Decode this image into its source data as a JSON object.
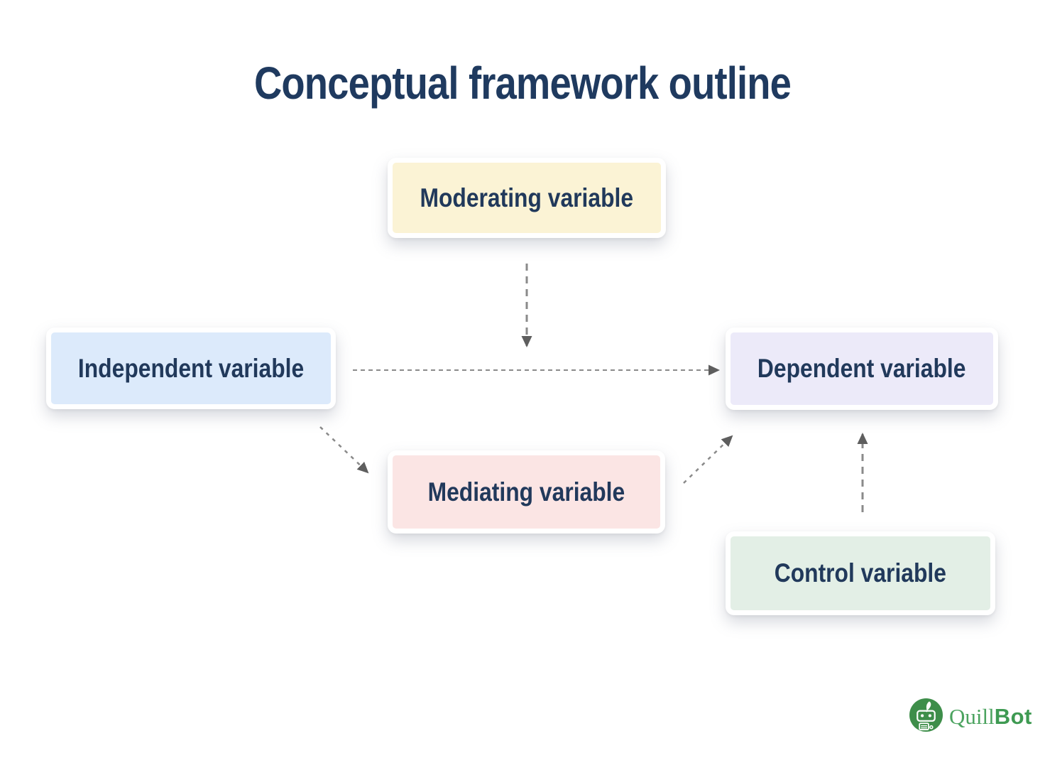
{
  "title": "Conceptual framework outline",
  "nodes": {
    "moderating": {
      "label": "Moderating variable",
      "fill": "#FBF3D5"
    },
    "independent": {
      "label": "Independent variable",
      "fill": "#DCEAFB"
    },
    "dependent": {
      "label": "Dependent variable",
      "fill": "#ECEAF9"
    },
    "mediating": {
      "label": "Mediating variable",
      "fill": "#FBE5E4"
    },
    "control": {
      "label": "Control variable",
      "fill": "#E3EFE6"
    }
  },
  "edges": [
    {
      "from": "moderating",
      "to": "independent-dependent relationship",
      "style": "dashed",
      "arrowhead": "down"
    },
    {
      "from": "independent",
      "to": "dependent",
      "style": "dashed",
      "arrowhead": "right"
    },
    {
      "from": "independent",
      "to": "mediating",
      "style": "dashed",
      "arrowhead": "down-right"
    },
    {
      "from": "mediating",
      "to": "dependent",
      "style": "dashed",
      "arrowhead": "up-right"
    },
    {
      "from": "control",
      "to": "dependent",
      "style": "dashed",
      "arrowhead": "up"
    }
  ],
  "branding": {
    "quill": "Quill",
    "bot": "Bot",
    "icon": "quillbot-robot-icon",
    "green_circle": "#3E8E4A",
    "green_text": "#4BA35F"
  },
  "colors": {
    "background": "#FFFFFF",
    "title_text": "#1F3A5F",
    "node_text": "#21395B",
    "arrow_line": "#8A8A8A",
    "arrow_head": "#5E5E5E"
  }
}
